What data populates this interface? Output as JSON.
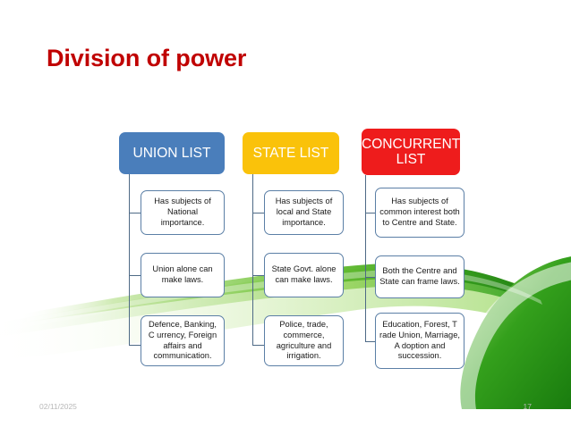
{
  "slide": {
    "title": "Division of power",
    "title_color": "#c00000",
    "background": "#ffffff"
  },
  "footer": {
    "date": "02/11/2025",
    "page_number": "17"
  },
  "decoration": {
    "name": "green-swoosh-ribbon",
    "colors": [
      "#2f9e1e",
      "#7ac943",
      "#a9dd7a",
      "#d8f0c0"
    ]
  },
  "diagram": {
    "type": "three-column-tree",
    "columns": [
      {
        "id": "union",
        "header": "UNION LIST",
        "header_color": "#4a7ebb",
        "header_text_color": "#ffffff",
        "items": [
          "Has subjects of National importance.",
          "Union alone can make laws.",
          "Defence, Banking, C urrency, Foreign affairs and communication."
        ]
      },
      {
        "id": "state",
        "header": "STATE LIST",
        "header_color": "#fac20a",
        "header_text_color": "#ffffff",
        "items": [
          "Has subjects of local and State importance.",
          "State Govt. alone can make laws.",
          "Police, trade, commerce, agriculture and irrigation."
        ]
      },
      {
        "id": "concurrent",
        "header": "CONCURRENT LIST",
        "header_color": "#ee1c1c",
        "header_text_color": "#ffffff",
        "items": [
          "Has subjects of common interest both to Centre and State.",
          "Both the Centre and State can frame laws.",
          "Education, Forest, T rade Union, Marriage, A doption and succession."
        ]
      }
    ]
  }
}
